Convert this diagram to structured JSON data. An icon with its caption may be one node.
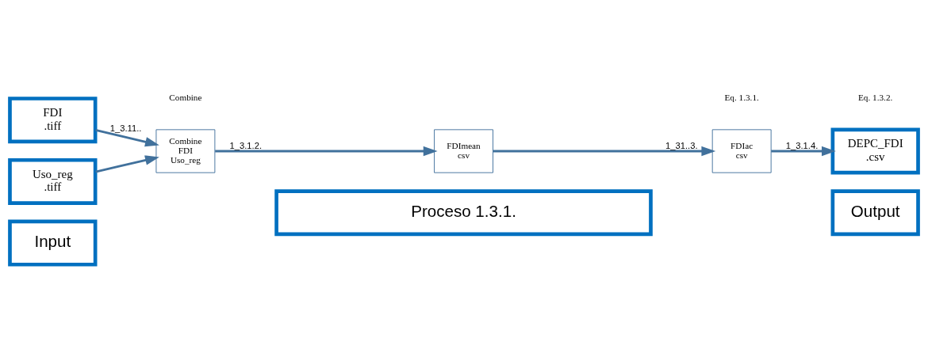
{
  "diagram": {
    "nodes": [
      {
        "text": [
          "Input"
        ]
      },
      {
        "text": [
          "Proceso 1.3.1."
        ]
      },
      {
        "text": [
          "Output"
        ]
      },
      {
        "text": [
          "FDI",
          ".tiff"
        ]
      },
      {
        "text": [
          "Uso_reg",
          ".tiff"
        ]
      },
      {
        "text": [
          "Combine",
          "FDI",
          "Uso_reg"
        ]
      },
      {
        "text": [
          "FDImean",
          "csv"
        ]
      },
      {
        "text": [
          "FDIac",
          "csv"
        ]
      },
      {
        "text": [
          "DEPC_FDI",
          ".csv"
        ]
      }
    ],
    "edges": [
      {
        "from": 3,
        "to": 5,
        "arrow": "to",
        "label": "1_3.11.."
      },
      {
        "from": 4,
        "to": 5,
        "arrow": "to"
      },
      {
        "from": 5,
        "to": 6,
        "arrow": "to",
        "label": "1_3.1.2."
      },
      {
        "from": 6,
        "to": 7,
        "arrow": "to",
        "label": "1_31..3."
      },
      {
        "from": 7,
        "to": 8,
        "arrow": "to",
        "label": "1_3.1.4."
      }
    ],
    "labels": [
      "Combine",
      "Eq. 1.3.1.",
      "Eq. 1.3.2."
    ]
  }
}
